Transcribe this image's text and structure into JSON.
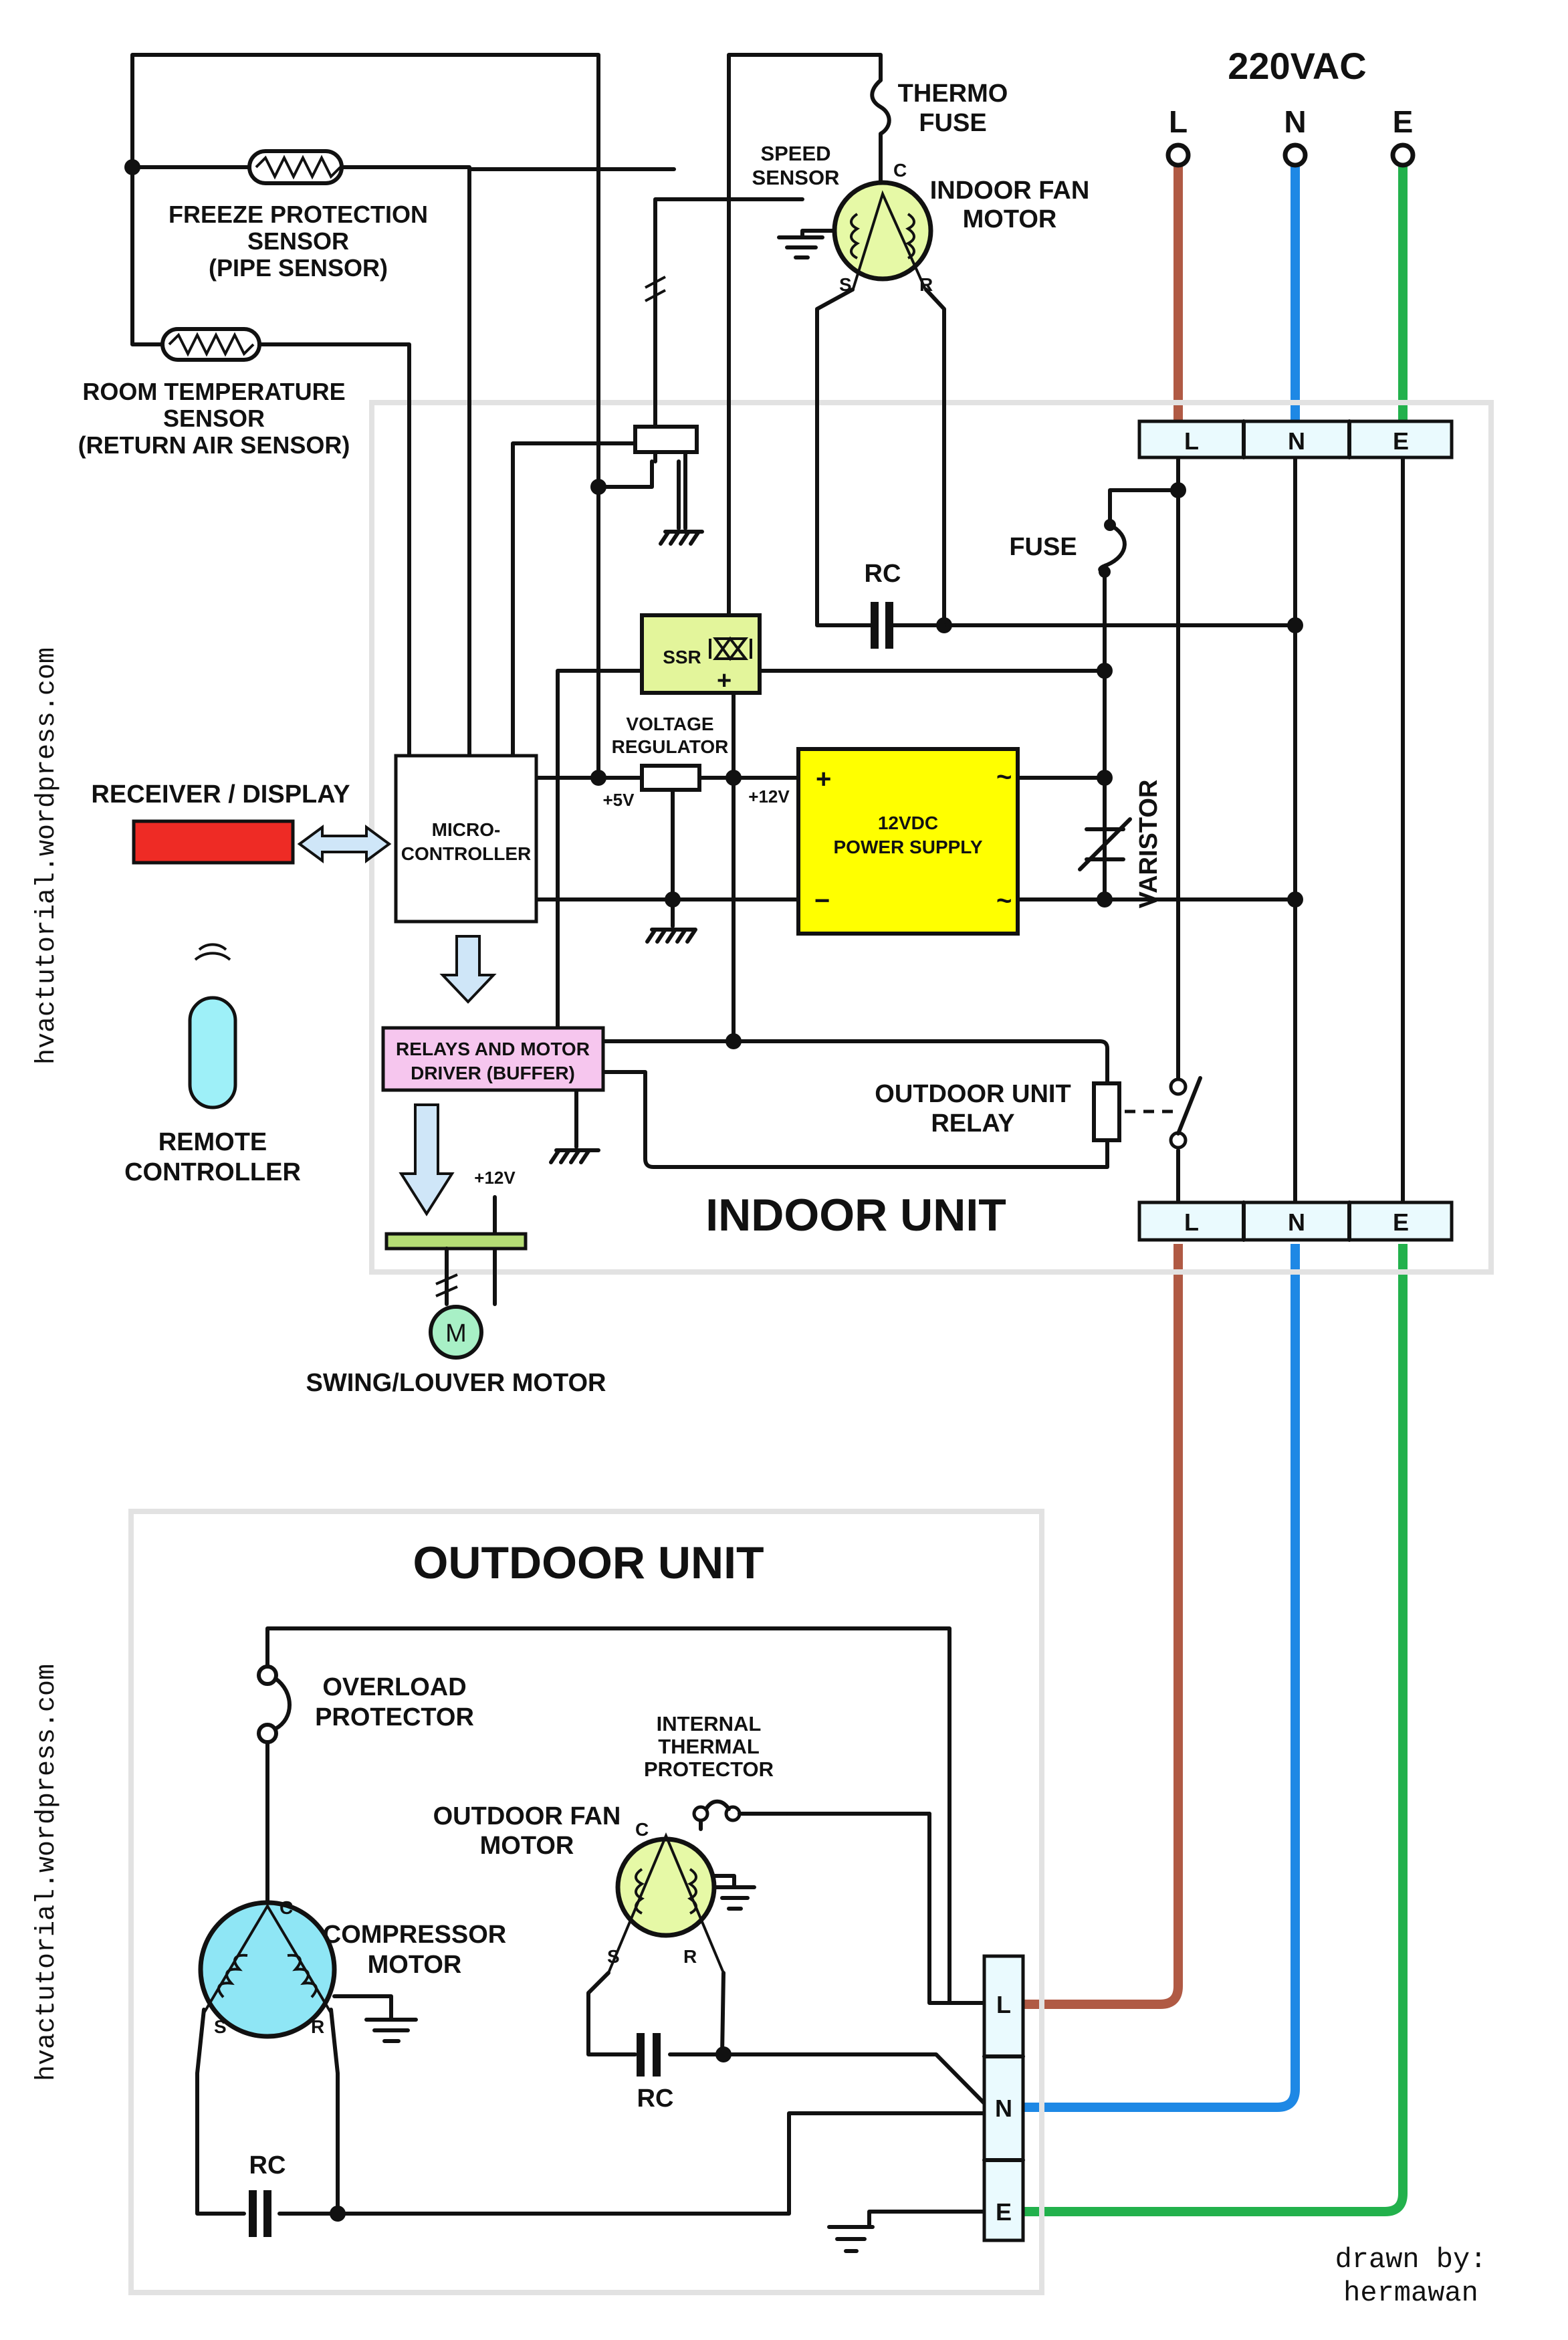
{
  "supply": {
    "title": "220VAC",
    "L": "L",
    "N": "N",
    "E": "E"
  },
  "colors": {
    "live": "#b05a44",
    "neutral": "#1e88e5",
    "earth": "#22b14c",
    "motor": "#e6f9a6",
    "compressor": "#8fe6f5",
    "ssr": "#e3f59b",
    "psu": "#ffff00",
    "relay_driver": "#f6c6ee",
    "receiver": "#ee2b25",
    "remote": "#9ef0f8"
  },
  "indoor": {
    "title": "INDOOR UNIT",
    "thermo_fuse": [
      "THERMO",
      "FUSE"
    ],
    "speed_sensor": [
      "SPEED",
      "SENSOR"
    ],
    "fan_motor": [
      "INDOOR FAN",
      "MOTOR"
    ],
    "freeze_sensor": [
      "FREEZE PROTECTION",
      "SENSOR",
      "(PIPE SENSOR)"
    ],
    "room_sensor": [
      "ROOM TEMPERATURE",
      "SENSOR",
      "(RETURN AIR SENSOR)"
    ],
    "fuse": "FUSE",
    "rc": "RC",
    "ssr": "SSR",
    "voltage_regulator": [
      "VOLTAGE",
      "REGULATOR"
    ],
    "plus5v": "+5V",
    "plus12v": "+12V",
    "psu": [
      "12VDC",
      "POWER SUPPLY"
    ],
    "varistor": "VARISTOR",
    "receiver": "RECEIVER / DISPLAY",
    "micro": [
      "MICRO-",
      "CONTROLLER"
    ],
    "relays": [
      "RELAYS AND MOTOR",
      "DRIVER (BUFFER)"
    ],
    "outdoor_relay": [
      "OUTDOOR UNIT",
      "RELAY"
    ],
    "remote": [
      "REMOTE",
      "CONTROLLER"
    ],
    "swing": "SWING/LOUVER MOTOR",
    "swing_12v": "+12V",
    "m": "M",
    "terminal": [
      "L",
      "N",
      "E"
    ]
  },
  "outdoor": {
    "title": "OUTDOOR UNIT",
    "overload": [
      "OVERLOAD",
      "PROTECTOR"
    ],
    "thermal": [
      "INTERNAL",
      "THERMAL",
      "PROTECTOR"
    ],
    "fan_motor": [
      "OUTDOOR FAN",
      "MOTOR"
    ],
    "compressor": [
      "COMPRESSOR",
      "MOTOR"
    ],
    "rc_fan": "RC",
    "rc_comp": "RC",
    "terminal": [
      "L",
      "N",
      "E"
    ]
  },
  "winding": {
    "c": "C",
    "s": "S",
    "r": "R"
  },
  "psu_marks": {
    "plus": "+",
    "minus": "−",
    "ac": "~"
  },
  "credit": [
    "drawn by:",
    "hermawan"
  ],
  "watermark": "hvactutorial.wordpress.com"
}
